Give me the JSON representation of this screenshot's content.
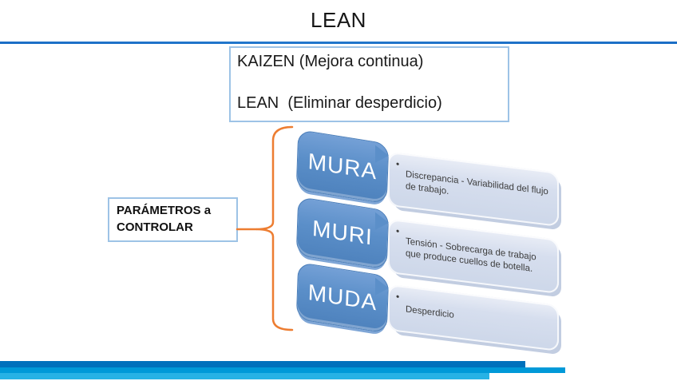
{
  "slide": {
    "title": "LEAN",
    "definitions": {
      "kaizen": "KAIZEN (Mejora continua)",
      "lean": "LEAN  (Eliminar desperdicio)"
    },
    "left_label": "PARÁMETROS a CONTROLAR",
    "bullet_char": "•",
    "items": [
      {
        "term": "MURA",
        "description": "Discrepancia - Variabilidad del flujo de trabajo."
      },
      {
        "term": "MURI",
        "description": "Tensión - Sobrecarga de trabajo que produce cuellos de botella."
      },
      {
        "term": "MUDA",
        "description": "Desperdicio"
      }
    ],
    "colors": {
      "accent_orange": "#ED7D31",
      "term_blue": "#5B8FC9",
      "panel_lavender": "#D3DCEC",
      "border_light_blue": "#9DC3E6",
      "rule_blue": "#1B6EC6",
      "bar_dark_blue": "#0071BC",
      "bar_medium_blue": "#0099D8",
      "bar_light_blue": "#27B2E5"
    }
  }
}
